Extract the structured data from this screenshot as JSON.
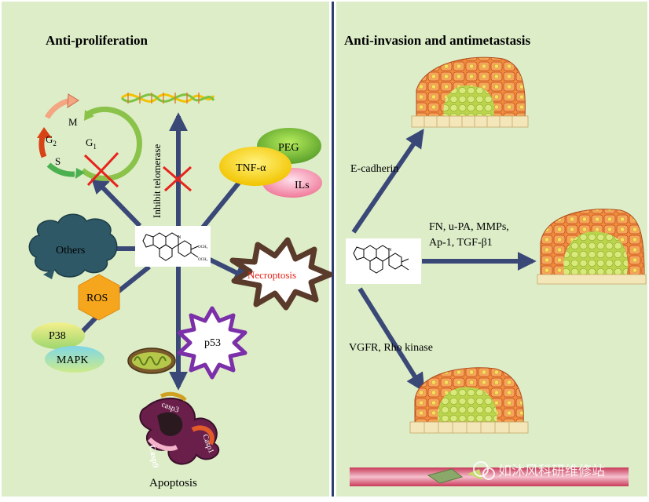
{
  "left_panel": {
    "title": "Anti-proliferation",
    "cell_cycle": {
      "phases": [
        "M",
        "G",
        "S",
        "G"
      ],
      "subscripts": [
        "",
        "2",
        "",
        "1"
      ]
    },
    "telomerase_label": "Inhibit telomerase",
    "cytokines": {
      "peg": "PEG",
      "tnf": "TNF-α",
      "ils": "ILs"
    },
    "others": "Others",
    "ros": "ROS",
    "p38": "P38",
    "mapk": "MAPK",
    "p53": "p53",
    "necroptosis": "Necroptosis",
    "apoptosis": "Apoptosis",
    "casp_labels": [
      "Casp9",
      "casp3",
      "Casp1"
    ]
  },
  "right_panel": {
    "title": "Anti-invasion and antimetastasis",
    "ecadherin": "E-cadherin",
    "markers_line1": "FN, u-PA, MMPs,",
    "markers_line2": "Ap-1, TGF-β1",
    "vgfr": "VGFR, Rho kinase"
  },
  "watermark": "如沐风科研维修站",
  "colors": {
    "background": "#dcedc8",
    "arrow": "#3a4878",
    "divider": "#2f3f70",
    "cross": "#e8231c",
    "tumor": "#f08a3c",
    "core": "#c8dc64"
  }
}
